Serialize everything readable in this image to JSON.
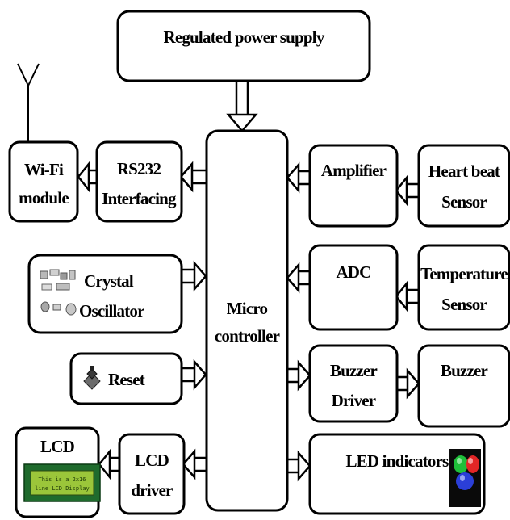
{
  "blocks": {
    "power": {
      "lines": [
        "Regulated power supply"
      ]
    },
    "wifi": {
      "lines": [
        "Wi-Fi",
        "module"
      ]
    },
    "rs232": {
      "lines": [
        "RS232",
        "Interfacing"
      ]
    },
    "micro": {
      "lines": [
        "Micro",
        "controller"
      ]
    },
    "amplifier": {
      "lines": [
        "Amplifier"
      ]
    },
    "heartbeat": {
      "lines": [
        "Heart beat",
        "Sensor"
      ]
    },
    "crystal": {
      "lines": [
        "Crystal",
        "Oscillator"
      ]
    },
    "adc": {
      "lines": [
        "ADC"
      ]
    },
    "temperature": {
      "lines": [
        "Temperature",
        "Sensor"
      ]
    },
    "reset": {
      "lines": [
        "Reset"
      ]
    },
    "buzzer_driver": {
      "lines": [
        "Buzzer",
        "Driver"
      ]
    },
    "buzzer": {
      "lines": [
        "Buzzer"
      ]
    },
    "lcd": {
      "lines": [
        "LCD"
      ]
    },
    "lcd_driver": {
      "lines": [
        "LCD",
        "driver"
      ]
    },
    "led": {
      "lines": [
        "LED indicators"
      ]
    }
  },
  "lcd_screen_text": [
    "This is a 2x16",
    "line LCD Display"
  ],
  "icons": [
    "antenna-icon",
    "crystal-components-icon",
    "reset-button-icon",
    "lcd-module-icon",
    "rgb-led-icon"
  ],
  "colors": {
    "stroke": "#000000",
    "fill": "#ffffff",
    "lcd_screen": "#9bc63a",
    "led_green": "#1fbf3a",
    "led_red": "#e32626",
    "led_blue": "#2b3fd8"
  }
}
